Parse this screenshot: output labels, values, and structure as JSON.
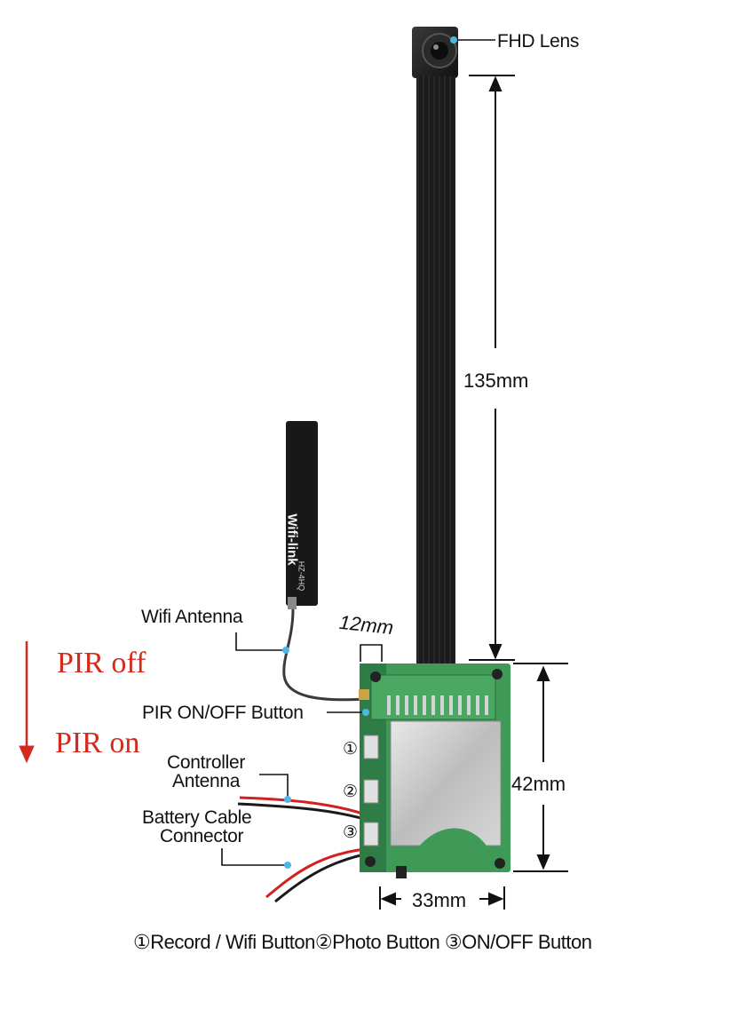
{
  "labels": {
    "lens": "FHD Lens",
    "cable_length": "135mm",
    "antenna_brand": "Wifi-link",
    "antenna_code": "HZ-4HQ",
    "wifi_antenna": "Wifi Antenna",
    "antenna_width": "12mm",
    "pir_off": "PIR off",
    "pir_on": "PIR on",
    "pir_button": "PIR ON/OFF Button",
    "controller_antenna_1": "Controller",
    "controller_antenna_2": "Antenna",
    "battery_connector_1": "Battery Cable",
    "battery_connector_2": "Connector",
    "board_height": "42mm",
    "board_width": "33mm",
    "btn_mark_1": "①",
    "btn_mark_2": "②",
    "btn_mark_3": "③"
  },
  "legend": {
    "text": "①Record / Wifi Button②Photo Button ③ON/OFF Button"
  },
  "colors": {
    "pir_red": "#d42a1e",
    "callout_dot": "#4fb6e6",
    "pcb_green": "#3f9a57",
    "cable_black": "#1a1a1a",
    "wire_red": "#d42020"
  }
}
